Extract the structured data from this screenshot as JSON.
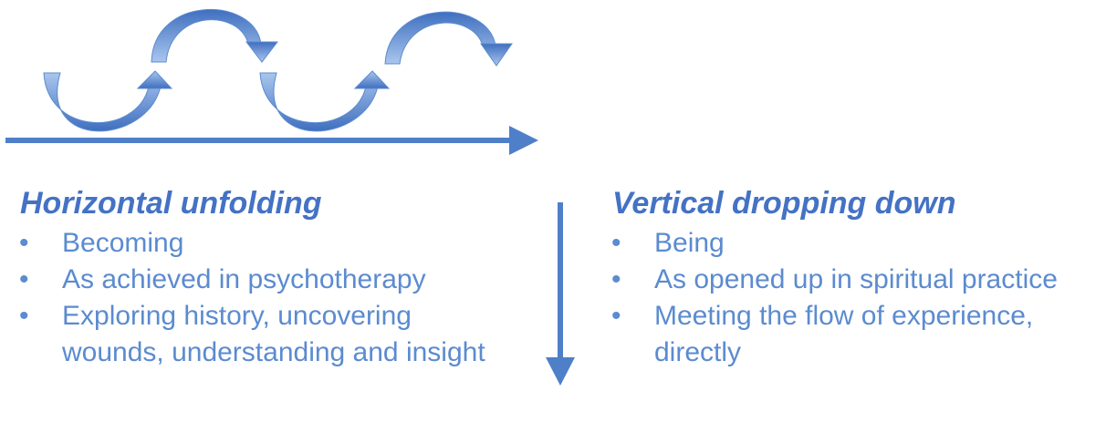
{
  "left": {
    "heading": "Horizontal unfolding",
    "bullets": [
      "Becoming",
      "As achieved in psychotherapy",
      "Exploring history, uncovering wounds, understanding and insight"
    ]
  },
  "right": {
    "heading": "Vertical dropping down",
    "bullets": [
      "Being",
      "As opened up in spiritual practice",
      "Meeting the flow of experience, directly"
    ]
  },
  "colors": {
    "heading": "#4472C4",
    "bullet_text": "#5B8BD0",
    "arrow_fill": "#4F7FC8",
    "curve_light": "#9DBDEB",
    "curve_dark": "#3F6FBF"
  }
}
